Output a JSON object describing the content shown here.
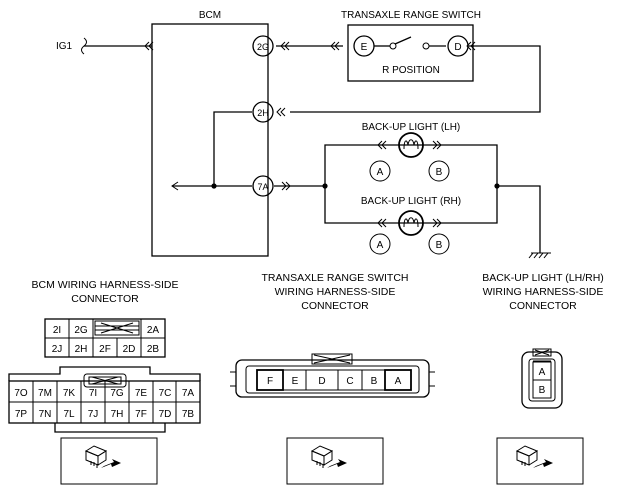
{
  "diagram": {
    "bcm_label": "BCM",
    "switch_title": "TRANSAXLE RANGE SWITCH",
    "switch_position": "R POSITION",
    "ig1": "IG1",
    "lights": [
      {
        "title": "BACK-UP LIGHT (LH)",
        "pin_a": "A",
        "pin_b": "B"
      },
      {
        "title": "BACK-UP LIGHT (RH)",
        "pin_a": "A",
        "pin_b": "B"
      }
    ],
    "bcm_pins": [
      "2G",
      "2H",
      "7A"
    ],
    "switch_pins": [
      "E",
      "D"
    ]
  },
  "connectors": {
    "bcm": {
      "caption_1": "BCM WIRING HARNESS-SIDE",
      "caption_2": "CONNECTOR",
      "c1_row1": [
        "2I",
        "2G",
        "2A"
      ],
      "c1_row2": [
        "2J",
        "2H",
        "2F",
        "2D",
        "2B"
      ],
      "c2_row1": [
        "7O",
        "7M",
        "7K",
        "7I",
        "7G",
        "7E",
        "7C",
        "7A"
      ],
      "c2_row2": [
        "7P",
        "7N",
        "7L",
        "7J",
        "7H",
        "7F",
        "7D",
        "7B"
      ]
    },
    "switch": {
      "caption_1": "TRANSAXLE RANGE SWITCH",
      "caption_2": "WIRING HARNESS-SIDE",
      "caption_3": "CONNECTOR",
      "pins": [
        "F",
        "E",
        "D",
        "C",
        "B",
        "A"
      ]
    },
    "light": {
      "caption_1": "BACK-UP LIGHT (LH/RH)",
      "caption_2": "WIRING HARNESS-SIDE",
      "caption_3": "CONNECTOR",
      "pins": [
        "A",
        "B"
      ]
    }
  }
}
